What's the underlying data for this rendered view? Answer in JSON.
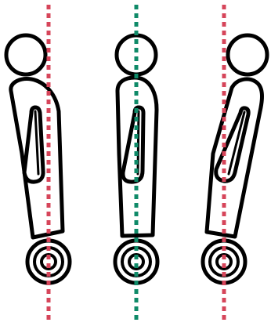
{
  "colors": {
    "background": "#ffffff",
    "outline": "#000000",
    "unbalanced_line": "#d6455a",
    "balanced_line": "#0f8a68"
  },
  "figures": [
    {
      "id": "figure-left",
      "posture": "leaning-back",
      "line_color_key": "unbalanced_line"
    },
    {
      "id": "figure-center",
      "posture": "upright",
      "line_color_key": "balanced_line"
    },
    {
      "id": "figure-right",
      "posture": "leaning-forward",
      "line_color_key": "unbalanced_line"
    }
  ]
}
